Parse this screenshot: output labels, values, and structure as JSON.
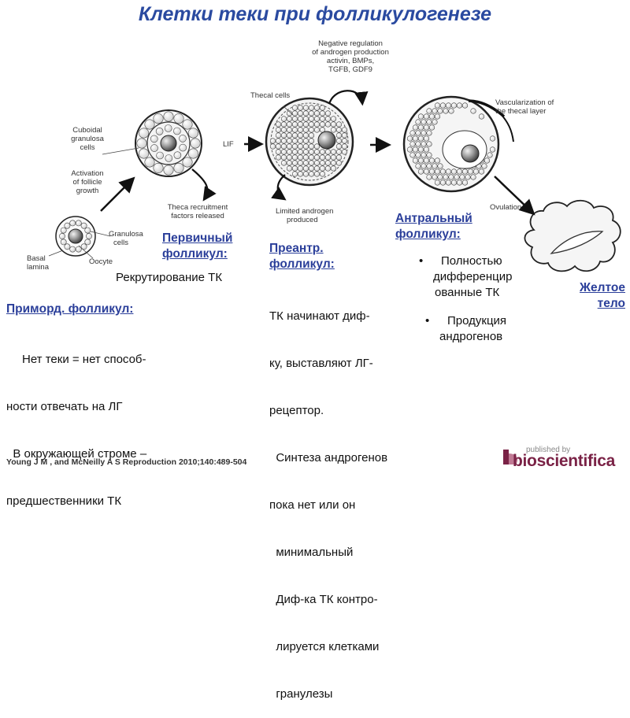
{
  "title": "Клетки теки при фолликулогенезе",
  "labels": {
    "negative_regulation": [
      "Negative regulation",
      "of androgen production",
      "activin, BMPs,",
      "TGFB, GDF9"
    ],
    "thecal_cells": "Thecal cells",
    "vascularization": [
      "Vascularization of",
      "the thecal layer"
    ],
    "cuboidal_granulosa": [
      "Cuboidal",
      "granulosa",
      "cells"
    ],
    "lif": "LIF",
    "activation": [
      "Activation",
      "of follicle",
      "growth"
    ],
    "theca_recruitment": [
      "Theca recruitment",
      "factors released"
    ],
    "limited_androgen": [
      "Limited androgen",
      "produced"
    ],
    "ovulation": "Ovulation",
    "granulosa_cells": [
      "Granulosa",
      "cells"
    ],
    "basal_lamina": [
      "Basal",
      "lamina"
    ],
    "oocyte": "Oocyte"
  },
  "primary": {
    "title_line1": "Первичный",
    "title_line2": "фолликул:",
    "body": "Рекрутирование ТК"
  },
  "preantral": {
    "title_line1": "Преантр.",
    "title_line2": "фолликул:",
    "body": [
      "ТК начинают диф-",
      "ку, выставляют ЛГ-",
      "рецептор.",
      "  Синтеза андрогенов",
      "пока нет или он",
      "  минимальный",
      "  Диф-ка ТК контро-",
      "  лируется клетками",
      "  гранулезы"
    ]
  },
  "antral": {
    "title_line1": "Антральный",
    "title_line2": "фолликул:",
    "bullets": [
      {
        "symbol": "•",
        "lines": [
          "Полностью",
          "дифференцир",
          "ованные ТК"
        ]
      },
      {
        "symbol": "•",
        "lines": [
          "Продукция",
          "андрогенов"
        ]
      }
    ]
  },
  "corpus_luteum": {
    "line1": "Желтое",
    "line2": "тело"
  },
  "primordial": {
    "title": "Примord. фолликул:",
    "body": [
      "Нет теки = нет способ-",
      "ности отвечать на ЛГ",
      "  В окружающей строме –",
      "предшественники ТК"
    ]
  },
  "citation": "Young J M , and McNeilly A S Reproduction 2010;140:489-504",
  "publisher": {
    "published_by": "published by",
    "name": "bioscientifica"
  },
  "colors": {
    "accent": "#2b3f9a",
    "title": "#2a4aa0",
    "brand": "#7a2246"
  }
}
